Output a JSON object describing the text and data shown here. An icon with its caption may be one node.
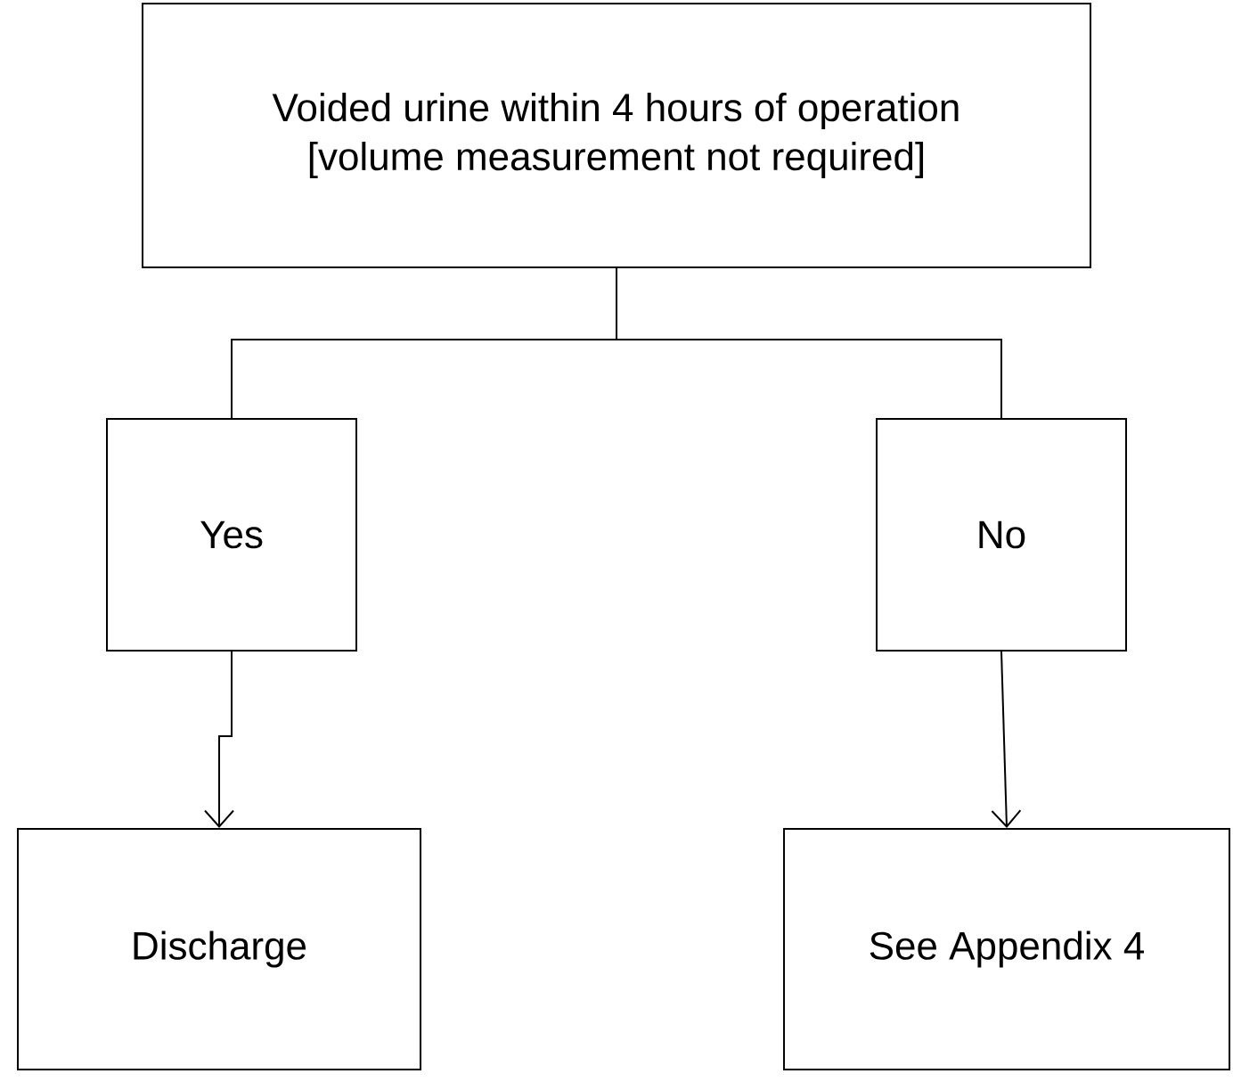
{
  "diagram": {
    "nodes": [
      {
        "text": [
          "Voided urine within 4 hours of operation",
          "[volume measurement not required]"
        ]
      },
      {
        "text": [
          "Yes"
        ]
      },
      {
        "text": [
          "No"
        ]
      },
      {
        "text": [
          "Discharge"
        ]
      },
      {
        "text": [
          "See Appendix 4"
        ]
      }
    ],
    "edges": [
      {
        "from": 0,
        "to": 1,
        "arrow": "none"
      },
      {
        "from": 0,
        "to": 2,
        "arrow": "none"
      },
      {
        "from": 1,
        "to": 3,
        "arrow": "to"
      },
      {
        "from": 2,
        "to": 4,
        "arrow": "to"
      }
    ]
  }
}
